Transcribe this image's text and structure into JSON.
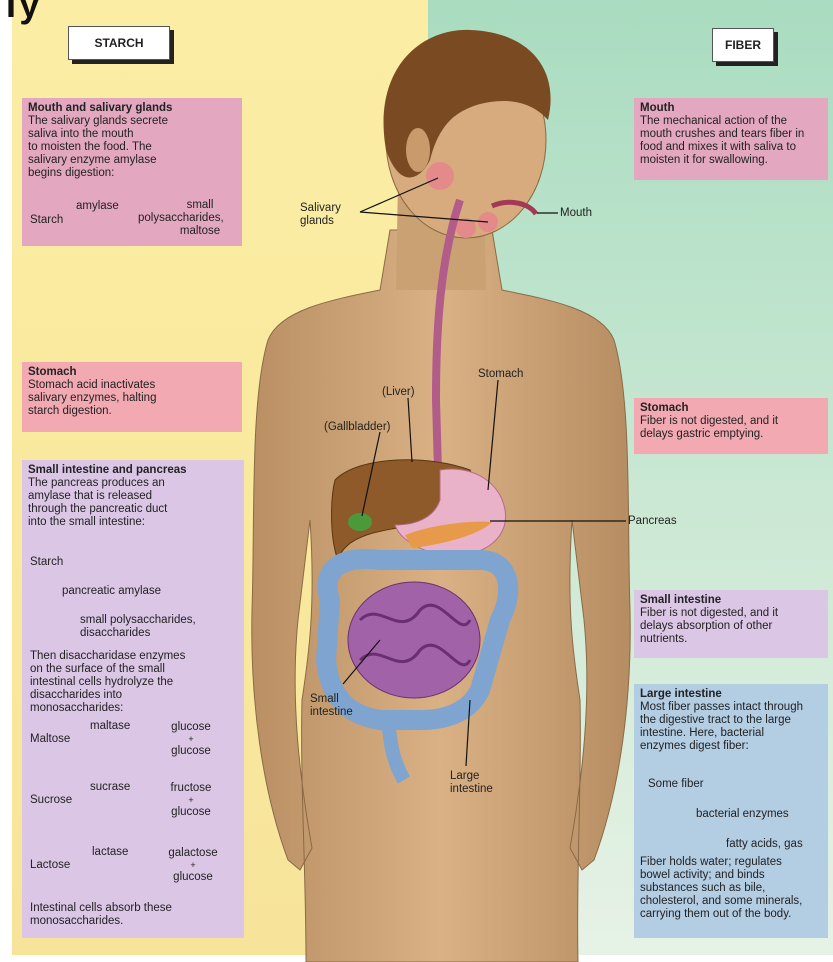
{
  "title_fragment": "Ty",
  "headers": {
    "starch": "STARCH",
    "fiber": "FIBER"
  },
  "left": {
    "mouth": {
      "title": "Mouth and salivary glands",
      "text": [
        "The salivary glands secrete",
        "saliva into the mouth",
        "to moisten the food. The",
        "salivary enzyme amylase",
        "begins digestion:"
      ],
      "eq": {
        "from": "Starch",
        "enzyme": "amylase",
        "to": [
          "small",
          "polysaccharides,",
          "maltose"
        ]
      }
    },
    "stomach": {
      "title": "Stomach",
      "text": [
        "Stomach acid inactivates",
        "salivary enzymes, halting",
        "starch digestion."
      ]
    },
    "small_intestine": {
      "title": "Small intestine and pancreas",
      "text": [
        "The pancreas produces an",
        "amylase that is released",
        "through the pancreatic duct",
        "into the small intestine:"
      ],
      "flow": {
        "from": "Starch",
        "enzyme": "pancreatic amylase",
        "to": [
          "small polysaccharides,",
          "disaccharides"
        ]
      },
      "text2": [
        "Then disaccharidase enzymes",
        "on the surface of the small",
        "intestinal cells hydrolyze the",
        "disaccharides into",
        "monosaccharides:"
      ],
      "reactions": [
        {
          "from": "Maltose",
          "enzyme": "maltase",
          "top": "glucose",
          "plus": "+",
          "bottom": "glucose"
        },
        {
          "from": "Sucrose",
          "enzyme": "sucrase",
          "top": "fructose",
          "plus": "+",
          "bottom": "glucose"
        },
        {
          "from": "Lactose",
          "enzyme": "lactase",
          "top": "galactose",
          "plus": "+",
          "bottom": "glucose"
        }
      ],
      "text3": [
        "Intestinal cells absorb these",
        "monosaccharides."
      ]
    }
  },
  "right": {
    "mouth": {
      "title": "Mouth",
      "text": [
        "The mechanical action of the",
        "mouth crushes and tears fiber in",
        "food and mixes it with saliva to",
        "moisten it for swallowing."
      ]
    },
    "stomach": {
      "title": "Stomach",
      "text": [
        "Fiber is not digested, and it",
        "delays gastric emptying."
      ]
    },
    "small_intestine": {
      "title": "Small intestine",
      "text": [
        "Fiber is not digested, and it",
        "delays absorption of other",
        "nutrients."
      ]
    },
    "large_intestine": {
      "title": "Large intestine",
      "text": [
        "Most fiber passes intact through",
        "the digestive tract to the large",
        "intestine. Here, bacterial",
        "enzymes digest fiber:"
      ],
      "flow": {
        "from": "Some fiber",
        "enzyme": "bacterial enzymes",
        "to": "fatty acids, gas"
      },
      "text2": [
        "Fiber holds water; regulates",
        "bowel activity; and binds",
        "substances such as bile,",
        "cholesterol, and some minerals,",
        "carrying them out of the body."
      ]
    }
  },
  "labels": {
    "salivary": [
      "Salivary",
      "glands"
    ],
    "mouth": "Mouth",
    "liver": "(Liver)",
    "gallbladder": "(Gallbladder)",
    "stomach": "Stomach",
    "pancreas": "Pancreas",
    "small_intestine": [
      "Small",
      "intestine"
    ],
    "large_intestine": [
      "Large",
      "intestine"
    ]
  }
}
